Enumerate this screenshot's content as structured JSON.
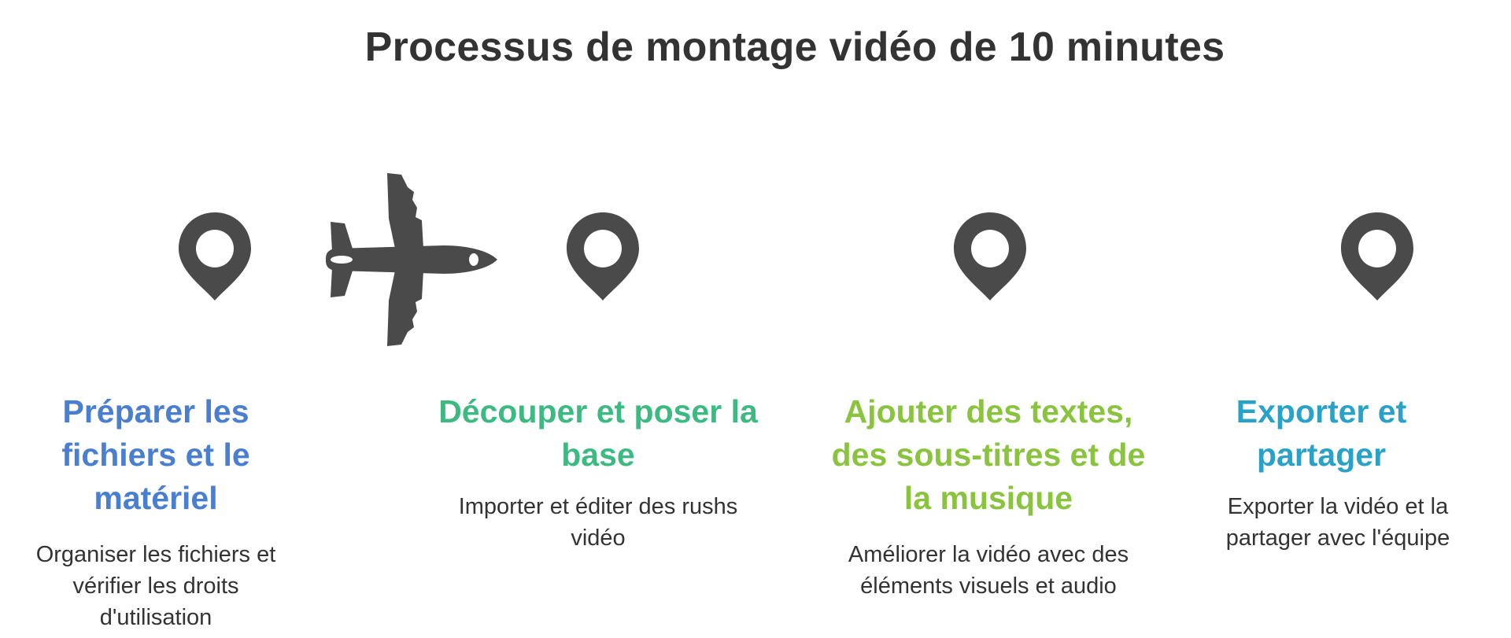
{
  "title": "Processus de montage vidéo de 10 minutes",
  "icons": {
    "pin": "map-pin-icon",
    "plane": "airplane-icon"
  },
  "colors": {
    "icon": "#4a4a4a",
    "text": "#333333",
    "step1": "#4a7fd0",
    "step2": "#3dba82",
    "step3": "#8ac43f",
    "step4": "#2aa2c8"
  },
  "steps": [
    {
      "title": "Préparer les fichiers et le matériel",
      "description": "Organiser les fichiers et vérifier les droits d'utilisation"
    },
    {
      "title": "Découper et poser la base",
      "description": "Importer et éditer des rushs vidéo"
    },
    {
      "title": "Ajouter des textes, des sous-titres et de la musique",
      "description": "Améliorer la vidéo avec des éléments visuels et audio"
    },
    {
      "title": "Exporter et partager",
      "description": "Exporter la vidéo et la partager avec l'équipe"
    }
  ]
}
